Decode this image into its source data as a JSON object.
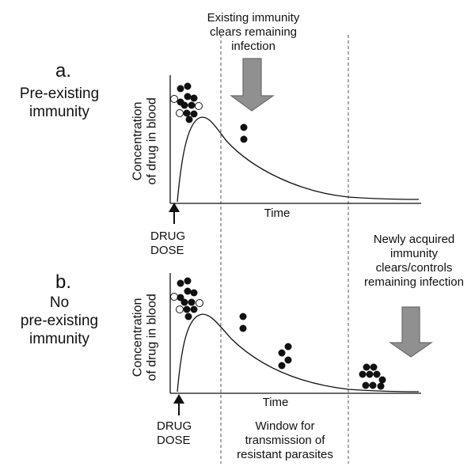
{
  "panels": [
    {
      "letter": "a.",
      "title_lines": [
        "Pre-existing",
        "immunity"
      ],
      "ylabel_lines": [
        "Concentration",
        "of drug in blood"
      ],
      "xlabel": "Time",
      "dose_lines": [
        "DRUG",
        "DOSE"
      ],
      "note_lines": [
        "Existing immunity",
        "clears remaining",
        "infection"
      ]
    },
    {
      "letter": "b.",
      "title_lines": [
        "No",
        "pre-existing",
        "immunity"
      ],
      "ylabel_lines": [
        "Concentration",
        "of drug in blood"
      ],
      "xlabel": "Time",
      "dose_lines": [
        "DRUG",
        "DOSE"
      ],
      "note_lines": [
        "Newly acquired",
        "immunity",
        "clears/controls",
        "remaining infection"
      ],
      "window_lines": [
        "Window for",
        "transmission of",
        "resistant parasites"
      ]
    }
  ],
  "legend_semantics": {
    "filled_circle": "parasite (black dot)",
    "open_circle": "parasite (white dot)"
  },
  "colors": {
    "ink": "#111111",
    "arrow_fill": "#909090",
    "arrow_stroke": "#6a6a6a",
    "dashed": "#555555"
  }
}
